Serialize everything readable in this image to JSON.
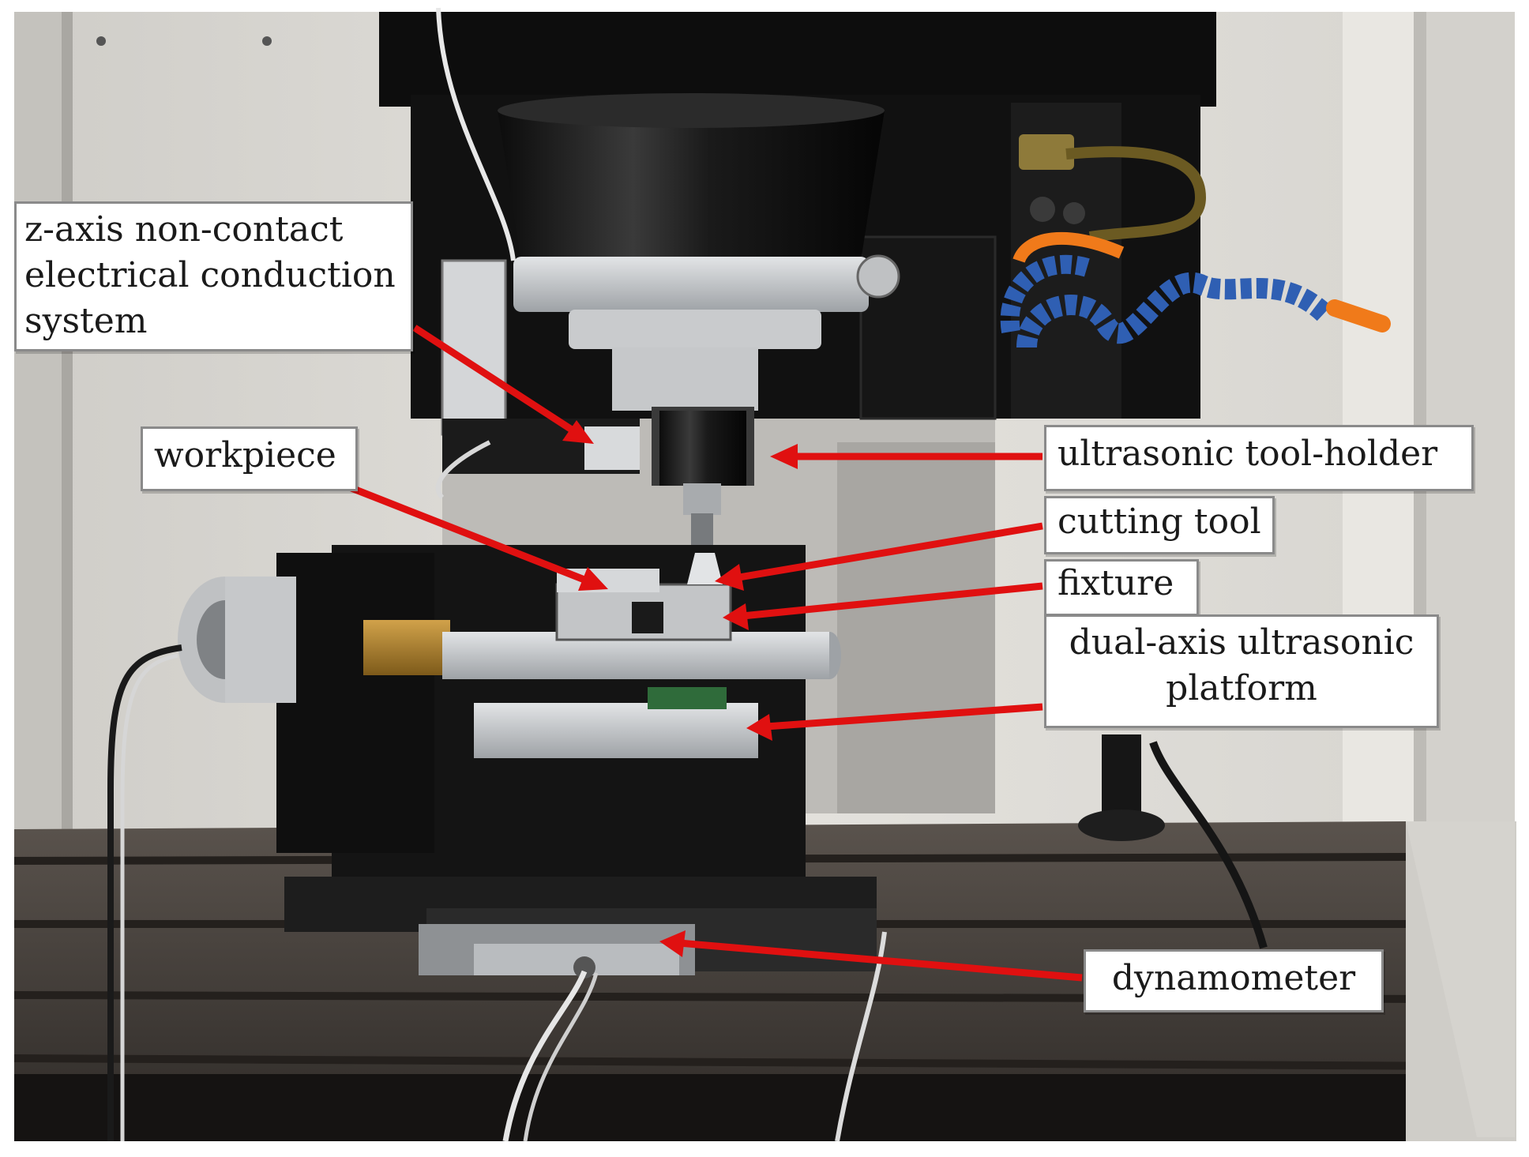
{
  "figure": {
    "labels": {
      "z_axis_system": [
        "z-axis non-contact",
        "electrical conduction",
        "system"
      ],
      "workpiece": "workpiece",
      "ultrasonic_tool_holder": "ultrasonic tool-holder",
      "cutting_tool": "cutting tool",
      "fixture": "fixture",
      "dual_axis_platform": [
        "dual-axis ultrasonic",
        "platform"
      ],
      "dynamometer": "dynamometer"
    },
    "colors": {
      "arrow": "#e01010",
      "label_border": "#8a8a8a",
      "wall": "#d9d7d2",
      "machine_dark": "#151515",
      "table": "#3e3935",
      "hose": "#2f5fb3",
      "nozzle": "#f07a1a",
      "aluminum": "#b9bcbf"
    }
  }
}
